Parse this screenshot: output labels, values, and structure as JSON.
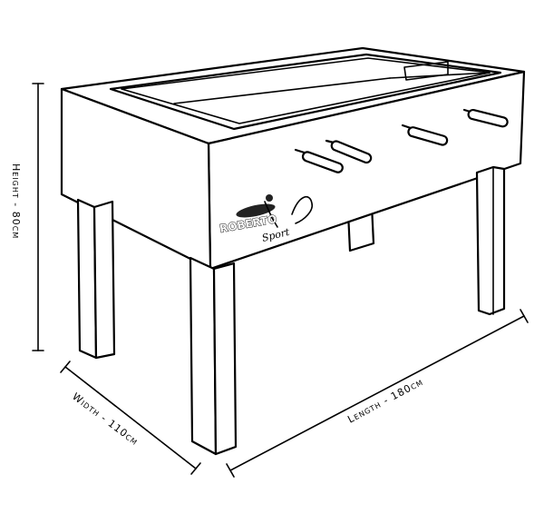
{
  "dimensions": {
    "height": "Height - 80cm",
    "width": "Width - 110cm",
    "length": "Length - 180cm"
  },
  "logo": {
    "brand": "ROBERTO",
    "script": "Sport"
  },
  "colors": {
    "line": "#000000",
    "background": "#ffffff"
  }
}
